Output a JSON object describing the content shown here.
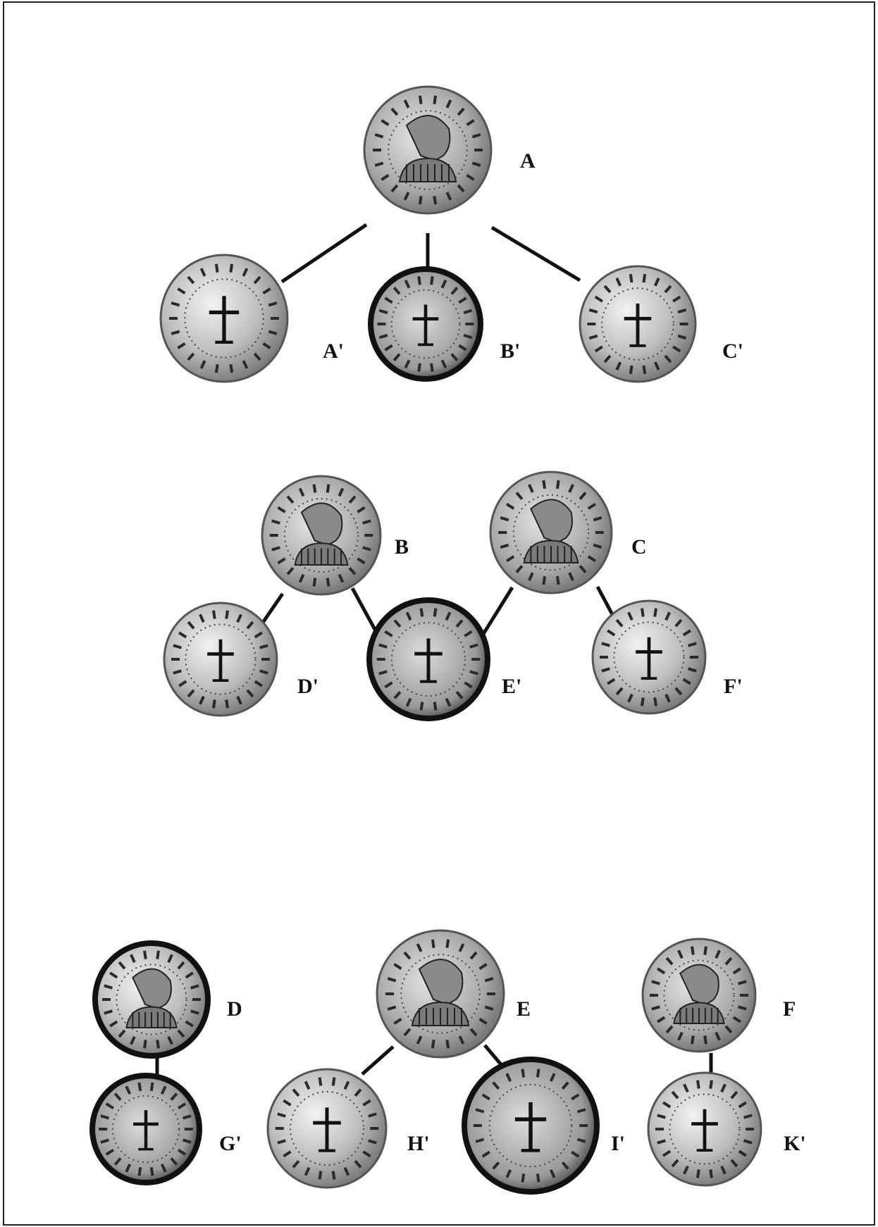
{
  "diagram": {
    "coins": [
      {
        "id": "A",
        "label": "A",
        "face": "obverse"
      },
      {
        "id": "A1",
        "label": "A'",
        "face": "reverse",
        "style": "light"
      },
      {
        "id": "B1",
        "label": "B'",
        "face": "reverse",
        "style": "dark"
      },
      {
        "id": "C1",
        "label": "C'",
        "face": "reverse",
        "style": "light"
      },
      {
        "id": "B",
        "label": "B",
        "face": "obverse"
      },
      {
        "id": "C",
        "label": "C",
        "face": "obverse"
      },
      {
        "id": "D1",
        "label": "D'",
        "face": "reverse",
        "style": "light"
      },
      {
        "id": "E1",
        "label": "E'",
        "face": "reverse",
        "style": "dark"
      },
      {
        "id": "F1",
        "label": "F'",
        "face": "reverse",
        "style": "light"
      },
      {
        "id": "D",
        "label": "D",
        "face": "obverse",
        "style": "dark"
      },
      {
        "id": "E",
        "label": "E",
        "face": "obverse"
      },
      {
        "id": "F",
        "label": "F",
        "face": "obverse"
      },
      {
        "id": "G1",
        "label": "G'",
        "face": "reverse",
        "style": "dark"
      },
      {
        "id": "H1",
        "label": "H'",
        "face": "reverse",
        "style": "light"
      },
      {
        "id": "I1",
        "label": "I'",
        "face": "reverse",
        "style": "dark"
      },
      {
        "id": "K1",
        "label": "K'",
        "face": "reverse",
        "style": "light"
      }
    ],
    "links": [
      [
        "A",
        "A1"
      ],
      [
        "A",
        "B1"
      ],
      [
        "A",
        "C1"
      ],
      [
        "B",
        "D1"
      ],
      [
        "B",
        "E1"
      ],
      [
        "C",
        "E1"
      ],
      [
        "C",
        "F1"
      ],
      [
        "D",
        "G1"
      ],
      [
        "E",
        "H1"
      ],
      [
        "E",
        "I1"
      ],
      [
        "F",
        "K1"
      ]
    ]
  }
}
